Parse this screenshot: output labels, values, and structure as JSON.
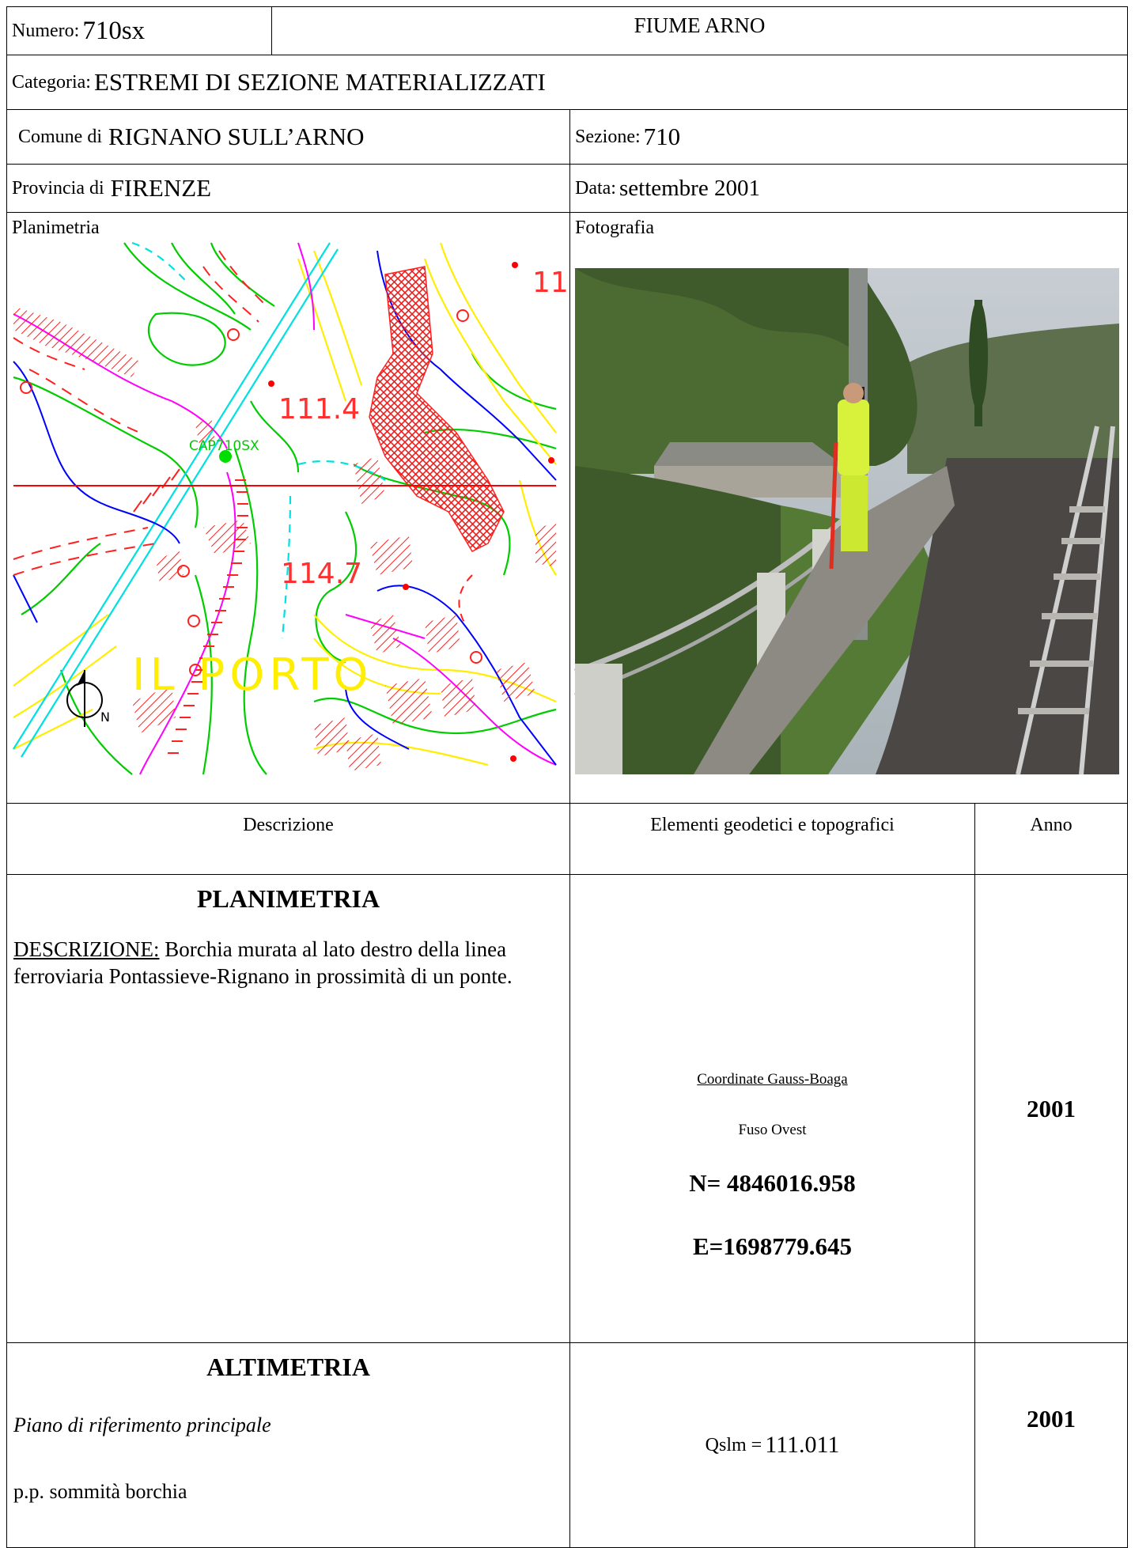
{
  "header": {
    "numero_label": "Numero:",
    "numero_value": "710sx",
    "river": "FIUME ARNO",
    "categoria_label": "Categoria:",
    "categoria_value": "ESTREMI DI SEZIONE MATERIALIZZATI",
    "comune_label": "Comune di",
    "comune_value": "RIGNANO SULL’ARNO",
    "sezione_label": "Sezione:",
    "sezione_value": "710",
    "provincia_label": "Provincia di",
    "provincia_value": "FIRENZE",
    "data_label": "Data:",
    "data_value": "settembre 2001"
  },
  "panels": {
    "planimetria_label": "Planimetria",
    "fotografia_label": "Fotografia"
  },
  "map": {
    "elev1": "111.4",
    "elev2": "114.7",
    "elev3": "11",
    "point_label": "CAP710SX",
    "place_label": "IL PORTO",
    "north_label": "N"
  },
  "columns": {
    "descrizione": "Descrizione",
    "elementi": "Elementi geodetici e topografici",
    "anno": "Anno"
  },
  "planimetria": {
    "title": "PLANIMETRIA",
    "desc_label": "DESCRIZIONE:",
    "desc_text": " Borchia murata al lato destro della linea ferroviaria Pontassieve-Rignano in prossimità di un ponte.",
    "coord_system": "Coordinate  Gauss-Boaga",
    "fuso": "Fuso Ovest",
    "north": "N= 4846016.958",
    "east": "E=1698779.645",
    "year": "2001"
  },
  "altimetria": {
    "title": "ALTIMETRIA",
    "plane": "Piano di riferimento principale",
    "point": "p.p. sommità borchia",
    "qslm_label": "Qslm  =",
    "qslm_value": "111.011",
    "year": "2001"
  },
  "colors": {
    "contour_green": "#00cc00",
    "road_yellow": "#ffff00",
    "hatch_red": "#ff2020",
    "boundary_magenta": "#ff00ff",
    "river_blue": "#0000ff",
    "rail_cyan": "#00e0e0",
    "label_red": "#ff3030"
  }
}
